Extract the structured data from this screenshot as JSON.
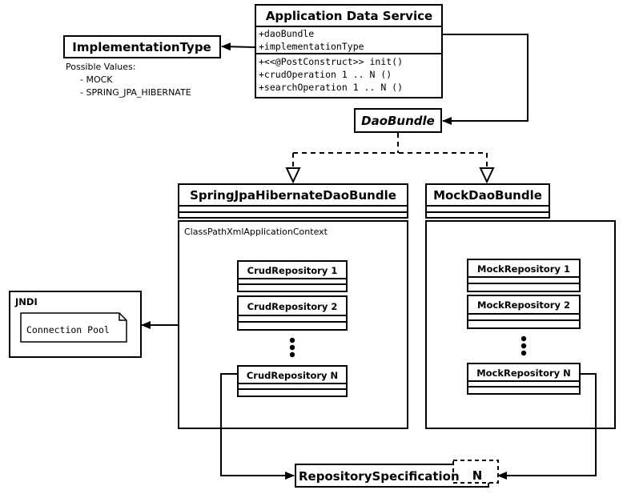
{
  "app_service": {
    "title": "Application Data Service",
    "attributes": [
      "+daoBundle",
      "+implementationType"
    ],
    "operations": [
      "+<<@PostConstruct>> init()",
      "+crudOperation 1 .. N ()",
      "+searchOperation 1 .. N ()"
    ]
  },
  "implementation_type": {
    "title": "ImplementationType",
    "note_heading": "Possible Values:",
    "values": [
      "- MOCK",
      "- SPRING_JPA_HIBERNATE"
    ]
  },
  "dao_bundle": {
    "title": "DaoBundle"
  },
  "spring_bundle": {
    "title": "SpringJpaHibernateDaoBundle",
    "context_label": "ClassPathXmlApplicationContext",
    "repositories": [
      "CrudRepository 1",
      "CrudRepository 2",
      "CrudRepository N"
    ]
  },
  "mock_bundle": {
    "title": "MockDaoBundle",
    "repositories": [
      "MockRepository 1",
      "MockRepository 2",
      "MockRepository N"
    ]
  },
  "jndi": {
    "title": "JNDI",
    "pool_label": "Connection Pool"
  },
  "repo_spec": {
    "title": "RepositorySpecification",
    "template_param": "N"
  },
  "colors": {
    "line": "#000000",
    "background": "#ffffff"
  }
}
